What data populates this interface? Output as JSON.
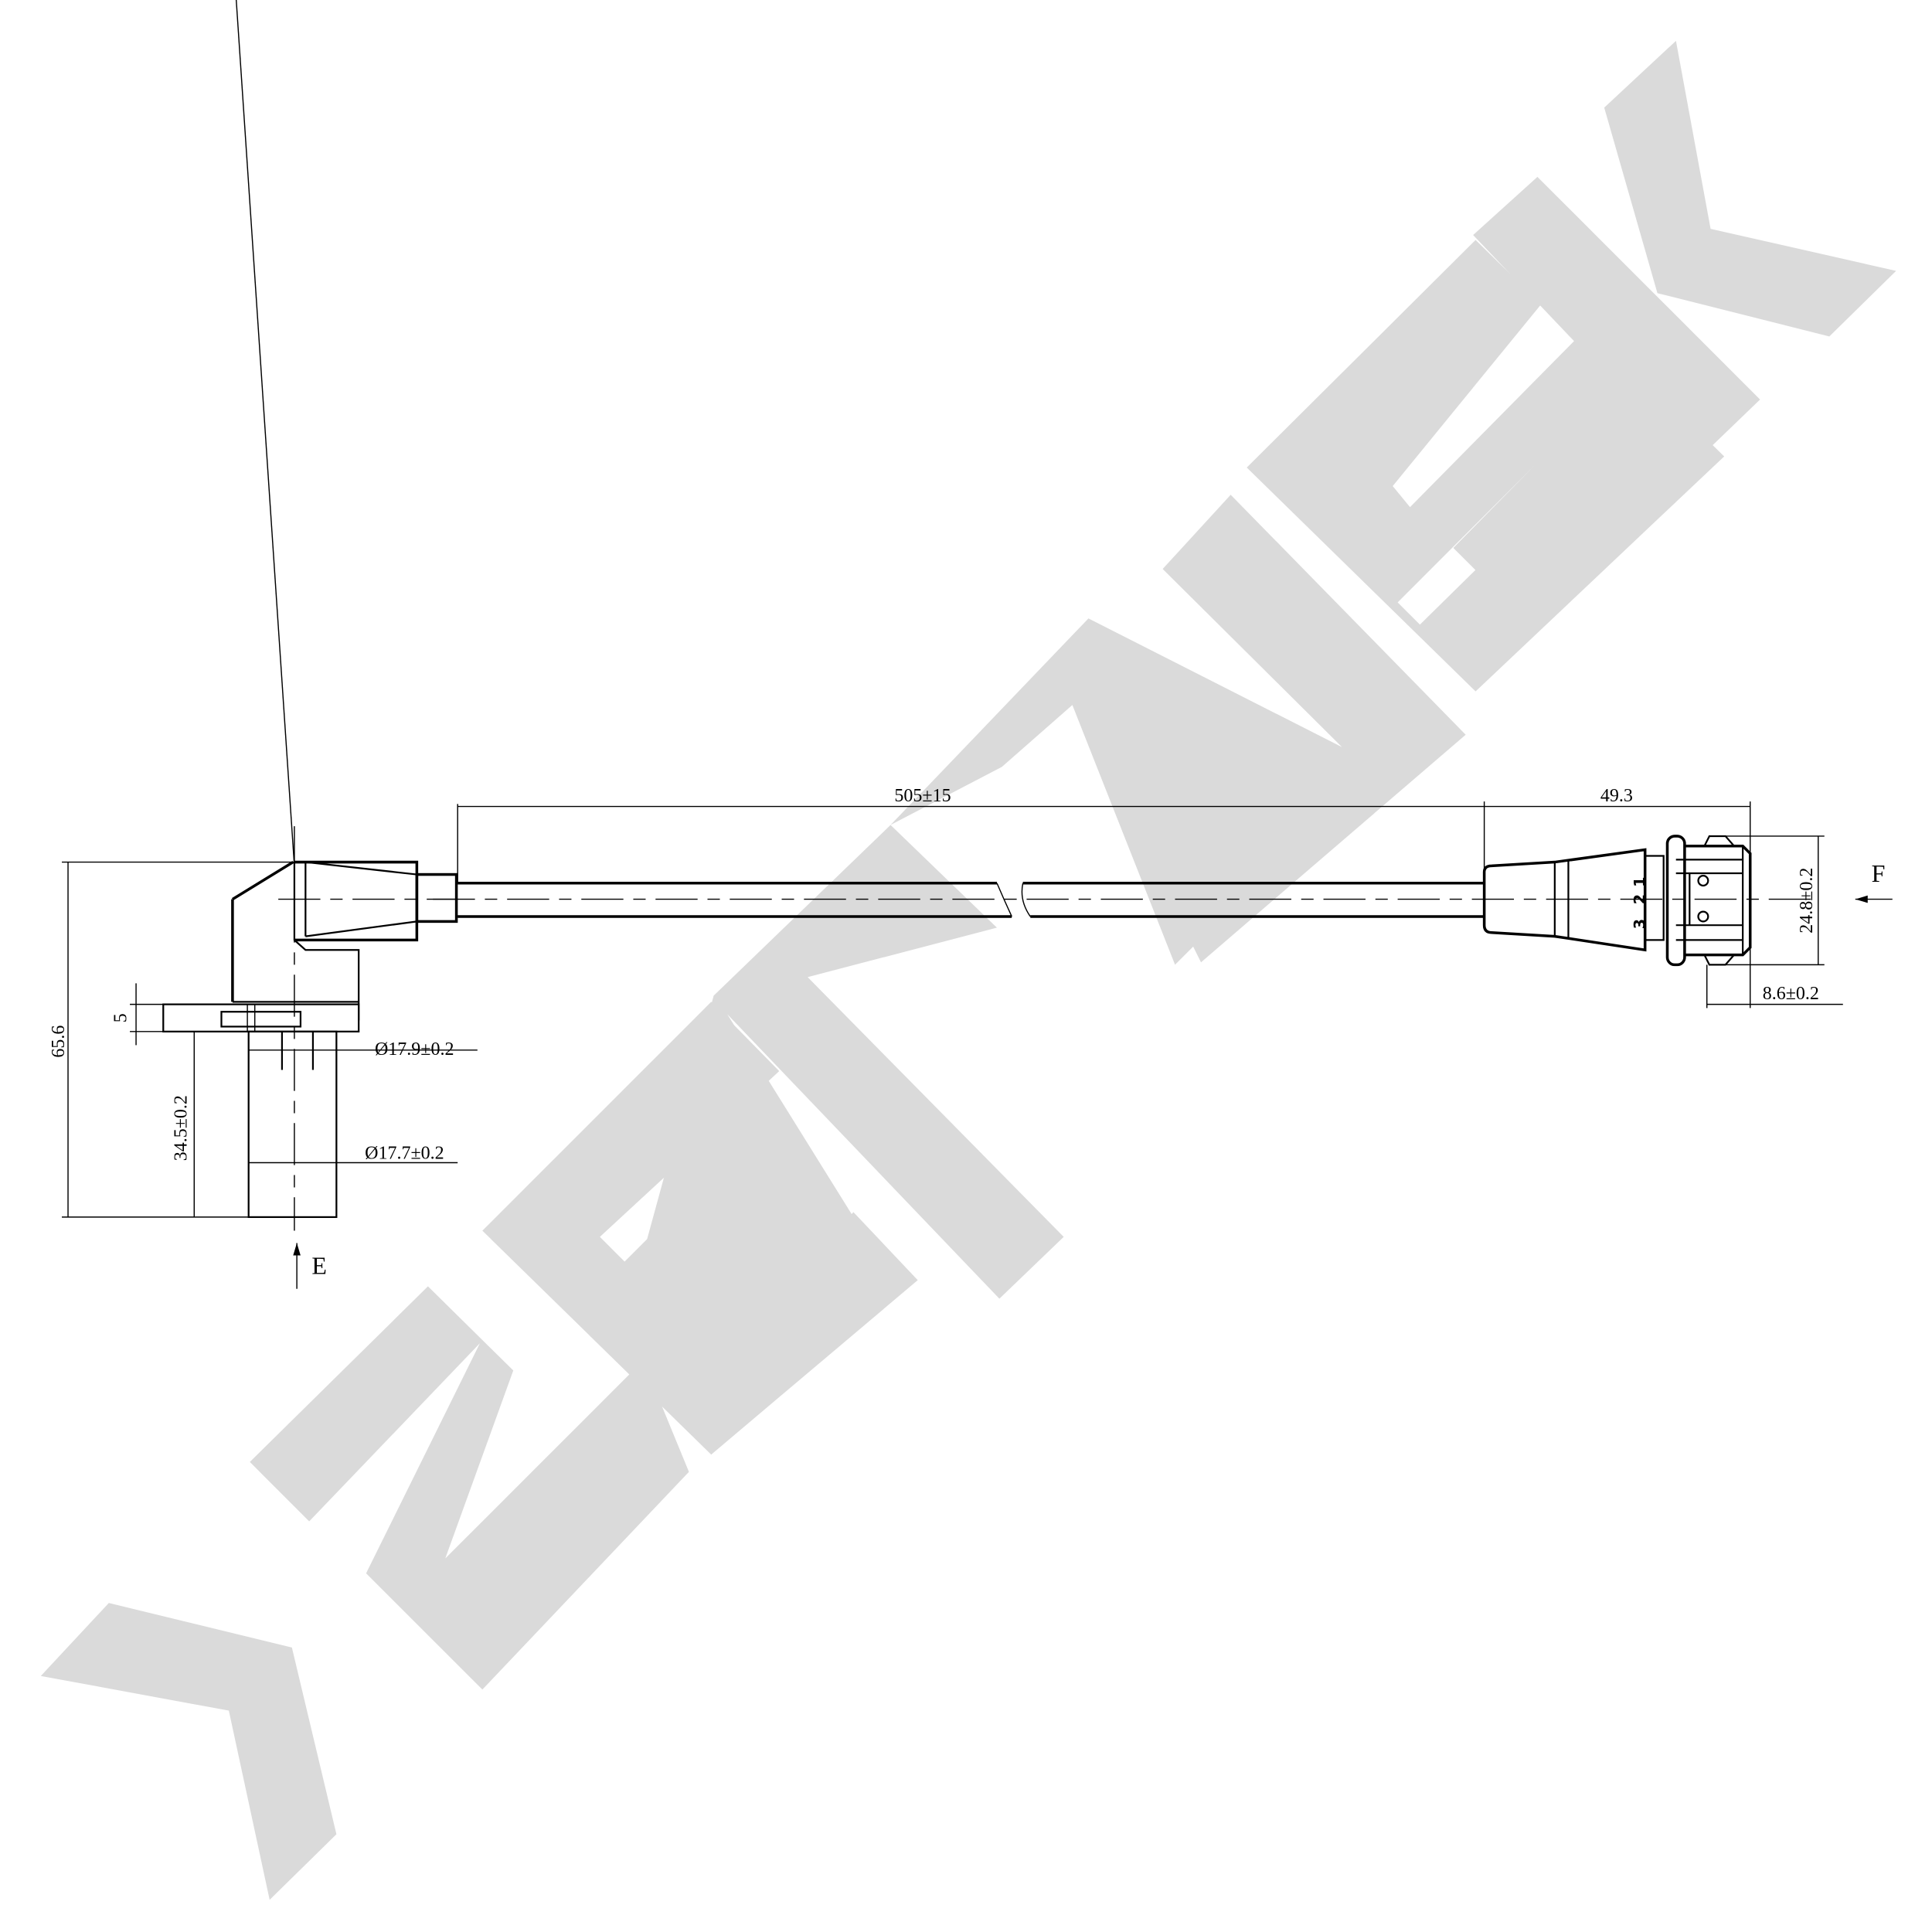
{
  "watermark": {
    "text": "ZENWEK",
    "color": "#dadada"
  },
  "sensor": {
    "overall_height": "65.6",
    "flange_thickness": "5",
    "probe_length": "34.5±0.2",
    "diameter_upper": "Ø17.9±0.2",
    "diameter_lower": "Ø17.7±0.2",
    "view_label": "E"
  },
  "cable": {
    "length": "505±15"
  },
  "connector": {
    "length": "49.3",
    "height": "24.8±0.2",
    "depth": "8.6±0.2",
    "view_label": "F",
    "pins": [
      "1",
      "2",
      "3"
    ]
  }
}
